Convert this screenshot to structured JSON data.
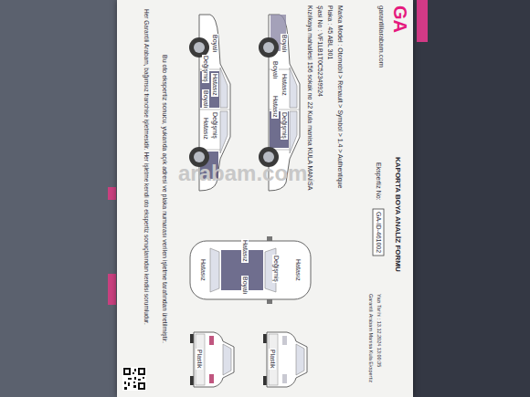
{
  "diagram": {
    "title": "KAPORTA BOYA ANALİZ FORMU",
    "labels": [
      "GA",
      "garantiliarabam.com",
      "Ekspertiz No:",
      "GA-ID-461002",
      "Marka Model : Otomobil > Renault > Symbol > 1.4 > Authentique",
      "Plaka : 45 ABL 301",
      "Şasi No : VF1LB1T0C52349924",
      "Kızılkaya mahallesi 156 sokak no 22 Kula manisa KULA MANİSA",
      "Yazı Tarihi : 13.12.2024 13:00:35",
      "Garantili Arabam Manisa Kula Ekspertiz",
      "Boyalı",
      "Hatasız",
      "Değişmiş",
      "Boyalı",
      "Hatasız",
      "Boyalı",
      "Hatasız",
      "Değişmiş",
      "Değişmiş",
      "Boyalı",
      "Hatasız",
      "Hatasız",
      "Değişmiş",
      "Hatasız",
      "Boyalı",
      "Hatasız",
      "Plastik",
      "Plastik",
      "Bu oto ekspertiz sonucu, yukarıda açık adresi ve plaka numarası verilen işletme tarafından üretilmiştir.",
      "Her Garantili Arabam, bağımsız franchise işletmesidir. Her işletme kendi oto ekspertiz sonuçlarından kendisi sorumludur.",
      "arabam.com"
    ]
  }
}
